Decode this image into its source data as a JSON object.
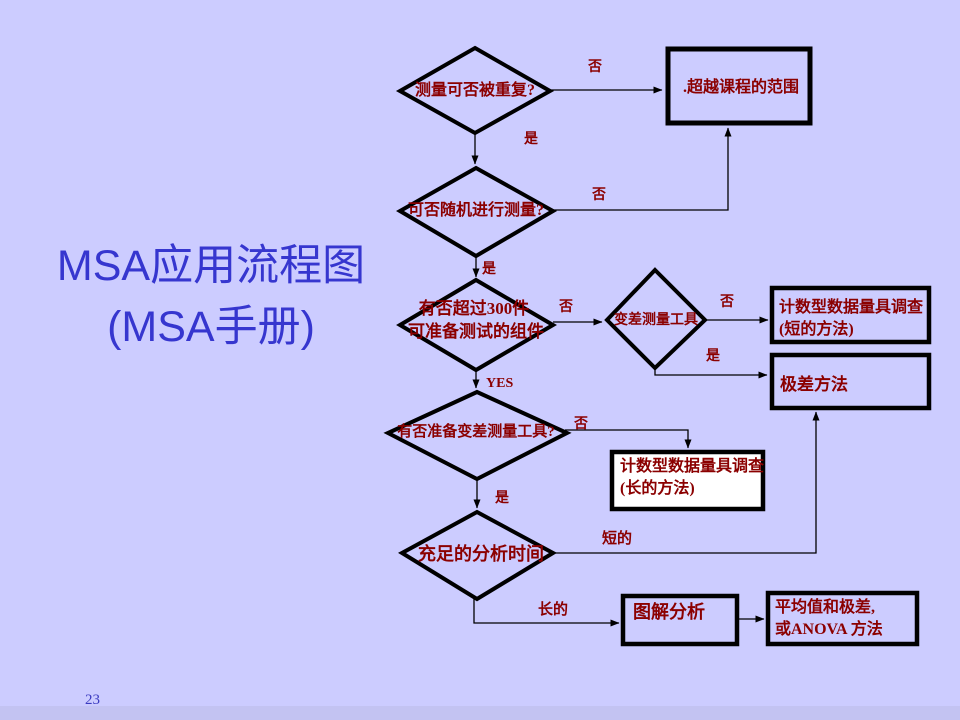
{
  "slide": {
    "page_number": "23",
    "title": {
      "line1": "MSA应用流程图",
      "line2": "(MSA手册)"
    },
    "colors": {
      "background": "#ccccff",
      "node_text": "#8b0000",
      "title_text": "#3636cf",
      "line": "#000000",
      "long_box_fill": "#ffffff",
      "footer_strip": "#c3c3f2"
    }
  },
  "flowchart": {
    "decisions": {
      "repeatable": "测量可否被重复?",
      "random": "可否随机进行测量?",
      "over300_line1": "有否超过300件",
      "over300_line2": "可准备测试的组件",
      "variable_gage": "变差测量工具",
      "gage_ready": "有否准备变差测量工具?",
      "analysis_time": "充足的分析时间"
    },
    "results": {
      "beyond_scope": ".超越课程的范围",
      "attribute_short_line1": "计数型数据量具调查",
      "attribute_short_line2": "(短的方法)",
      "range_method": "极差方法",
      "attribute_long_line1": "计数型数据量具调查",
      "attribute_long_line2": "(长的方法)",
      "graphical_analysis": "图解分析",
      "anova_line1": "平均值和极差,",
      "anova_line2": "或ANOVA 方法"
    },
    "edge_labels": {
      "repeatable_no": "否",
      "repeatable_yes": "是",
      "random_no": "否",
      "random_yes": "是",
      "over300_no": "否",
      "over300_yes": "YES",
      "gage_no": "否",
      "gage_yes": "是",
      "ready_no": "否",
      "ready_yes": "是",
      "time_short": "短的",
      "time_long": "长的"
    }
  }
}
